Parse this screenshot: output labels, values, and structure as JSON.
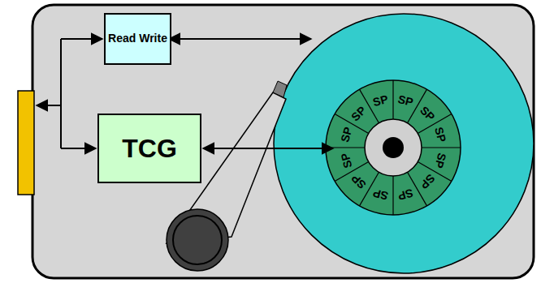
{
  "diagram": {
    "nodes": [
      {
        "text": [
          "Read Write"
        ]
      },
      {
        "text": [
          "TCG"
        ]
      }
    ],
    "labels": [
      "SP",
      "SP",
      "SP",
      "SP",
      "SP",
      "SP",
      "SP",
      "SP",
      "SP",
      "SP",
      "SP",
      "SP"
    ]
  }
}
